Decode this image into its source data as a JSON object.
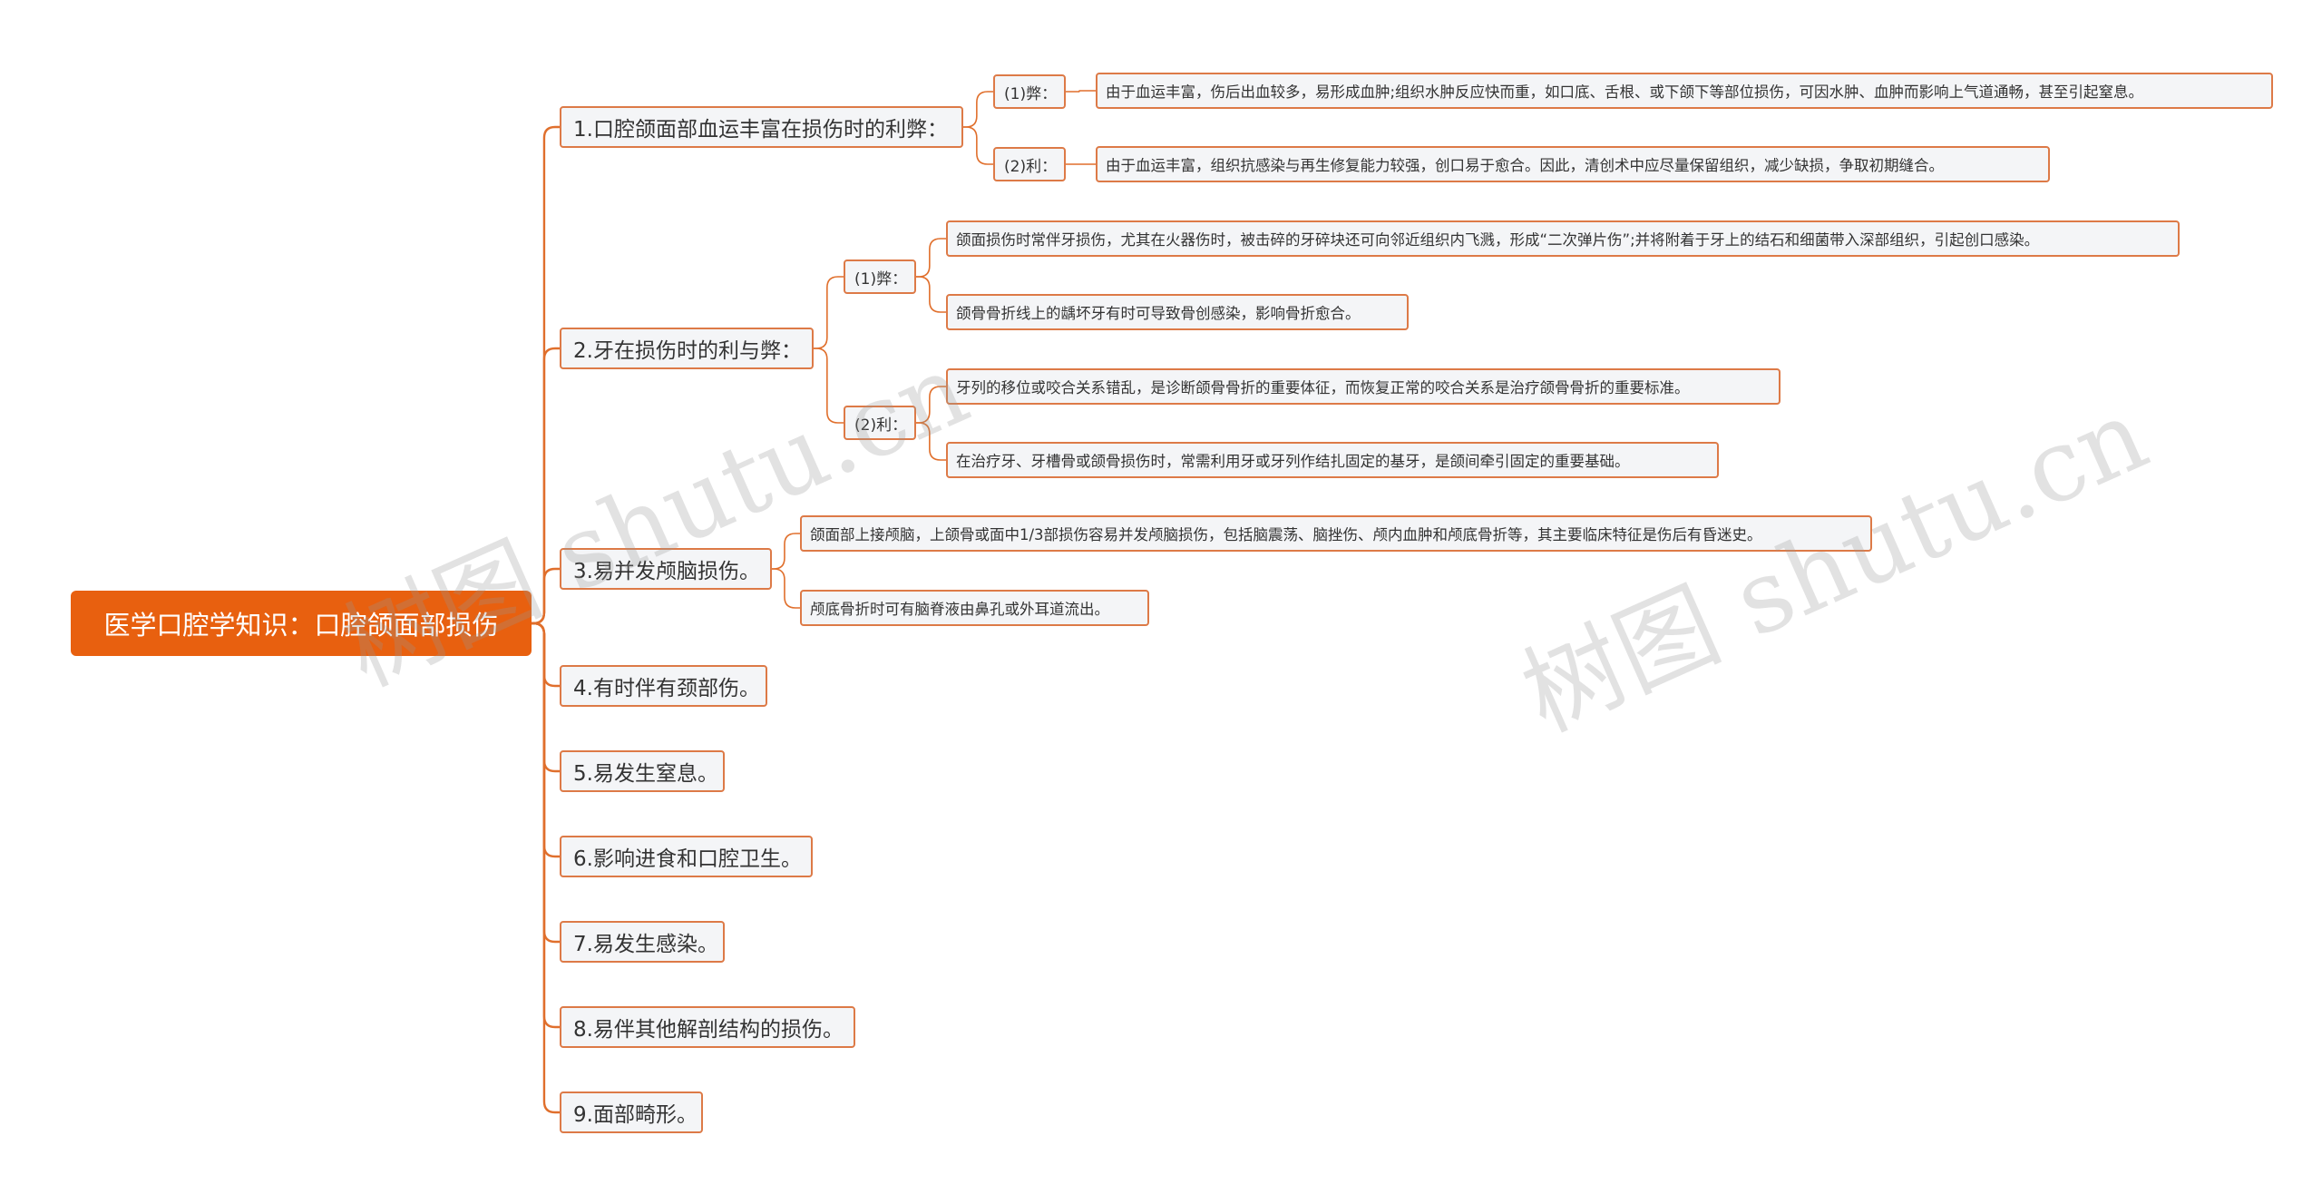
{
  "root": "医学口腔学知识：口腔颌面部损伤",
  "branches": {
    "b1": {
      "label": "1.口腔颌面部血运丰富在损伤时的利弊：",
      "c1": {
        "label": "(1)弊：",
        "d1": "由于血运丰富，伤后出血较多，易形成血肿;组织水肿反应快而重，如口底、舌根、或下颌下等部位损伤，可因水肿、血肿而影响上气道通畅，甚至引起窒息。"
      },
      "c2": {
        "label": "(2)利：",
        "d1": "由于血运丰富，组织抗感染与再生修复能力较强，创口易于愈合。因此，清创术中应尽量保留组织，减少缺损，争取初期缝合。"
      }
    },
    "b2": {
      "label": "2.牙在损伤时的利与弊：",
      "c1": {
        "label": "(1)弊：",
        "d1": "颌面损伤时常伴牙损伤，尤其在火器伤时，被击碎的牙碎块还可向邻近组织内飞溅，形成“二次弹片伤”;并将附着于牙上的结石和细菌带入深部组织，引起创口感染。",
        "d2": "颌骨骨折线上的龋坏牙有时可导致骨创感染，影响骨折愈合。"
      },
      "c2": {
        "label": "(2)利：",
        "d1": "牙列的移位或咬合关系错乱，是诊断颌骨骨折的重要体征，而恢复正常的咬合关系是治疗颌骨骨折的重要标准。",
        "d2": "在治疗牙、牙槽骨或颌骨损伤时，常需利用牙或牙列作结扎固定的基牙，是颌间牵引固定的重要基础。"
      }
    },
    "b3": {
      "label": "3.易并发颅脑损伤。",
      "d1": "颌面部上接颅脑，上颌骨或面中1/3部损伤容易并发颅脑损伤，包括脑震荡、脑挫伤、颅内血肿和颅底骨折等，其主要临床特征是伤后有昏迷史。",
      "d2": "颅底骨折时可有脑脊液由鼻孔或外耳道流出。"
    },
    "b4": {
      "label": "4.有时伴有颈部伤。"
    },
    "b5": {
      "label": "5.易发生窒息。"
    },
    "b6": {
      "label": "6.影响进食和口腔卫生。"
    },
    "b7": {
      "label": "7.易发生感染。"
    },
    "b8": {
      "label": "8.易伴其他解剖结构的损伤。"
    },
    "b9": {
      "label": "9.面部畸形。"
    }
  },
  "watermark": "树图 shutu.cn",
  "colors": {
    "accent": "#e8600f",
    "border": "#dd7a47",
    "link": "#e06f2c",
    "node_bg": "#f4f5f7"
  }
}
